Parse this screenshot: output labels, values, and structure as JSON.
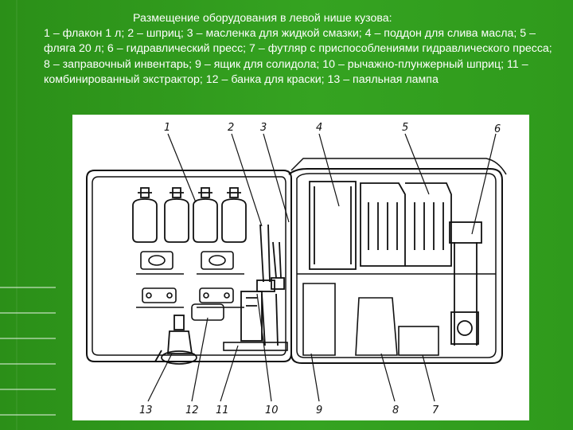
{
  "slide": {
    "title": "Размещение оборудования в левой нише кузова:",
    "body": "1 – флакон 1 л; 2 – шприц; 3 – масленка для жидкой смазки; 4 – поддон для слива масла; 5 – фляга 20 л; 6 – гидравлический пресс; 7 – футляр с приспособлениями гидравлического пресса; 8 – заправочный инвентарь; 9 – ящик для солидола; 10 – рычажно-плунжерный шприц; 11 – комбинированный экстрактор; 12 – банка для краски; 13 – паяльная лампа"
  },
  "figure": {
    "top_labels": [
      "1",
      "2",
      "3",
      "4",
      "5",
      "6"
    ],
    "bottom_labels": [
      "13",
      "12",
      "11",
      "10",
      "9",
      "8",
      "7"
    ]
  },
  "colors": {
    "background": "#2f9a1c",
    "text": "#ffffff",
    "figure_bg": "#ffffff",
    "ink": "#111111"
  }
}
